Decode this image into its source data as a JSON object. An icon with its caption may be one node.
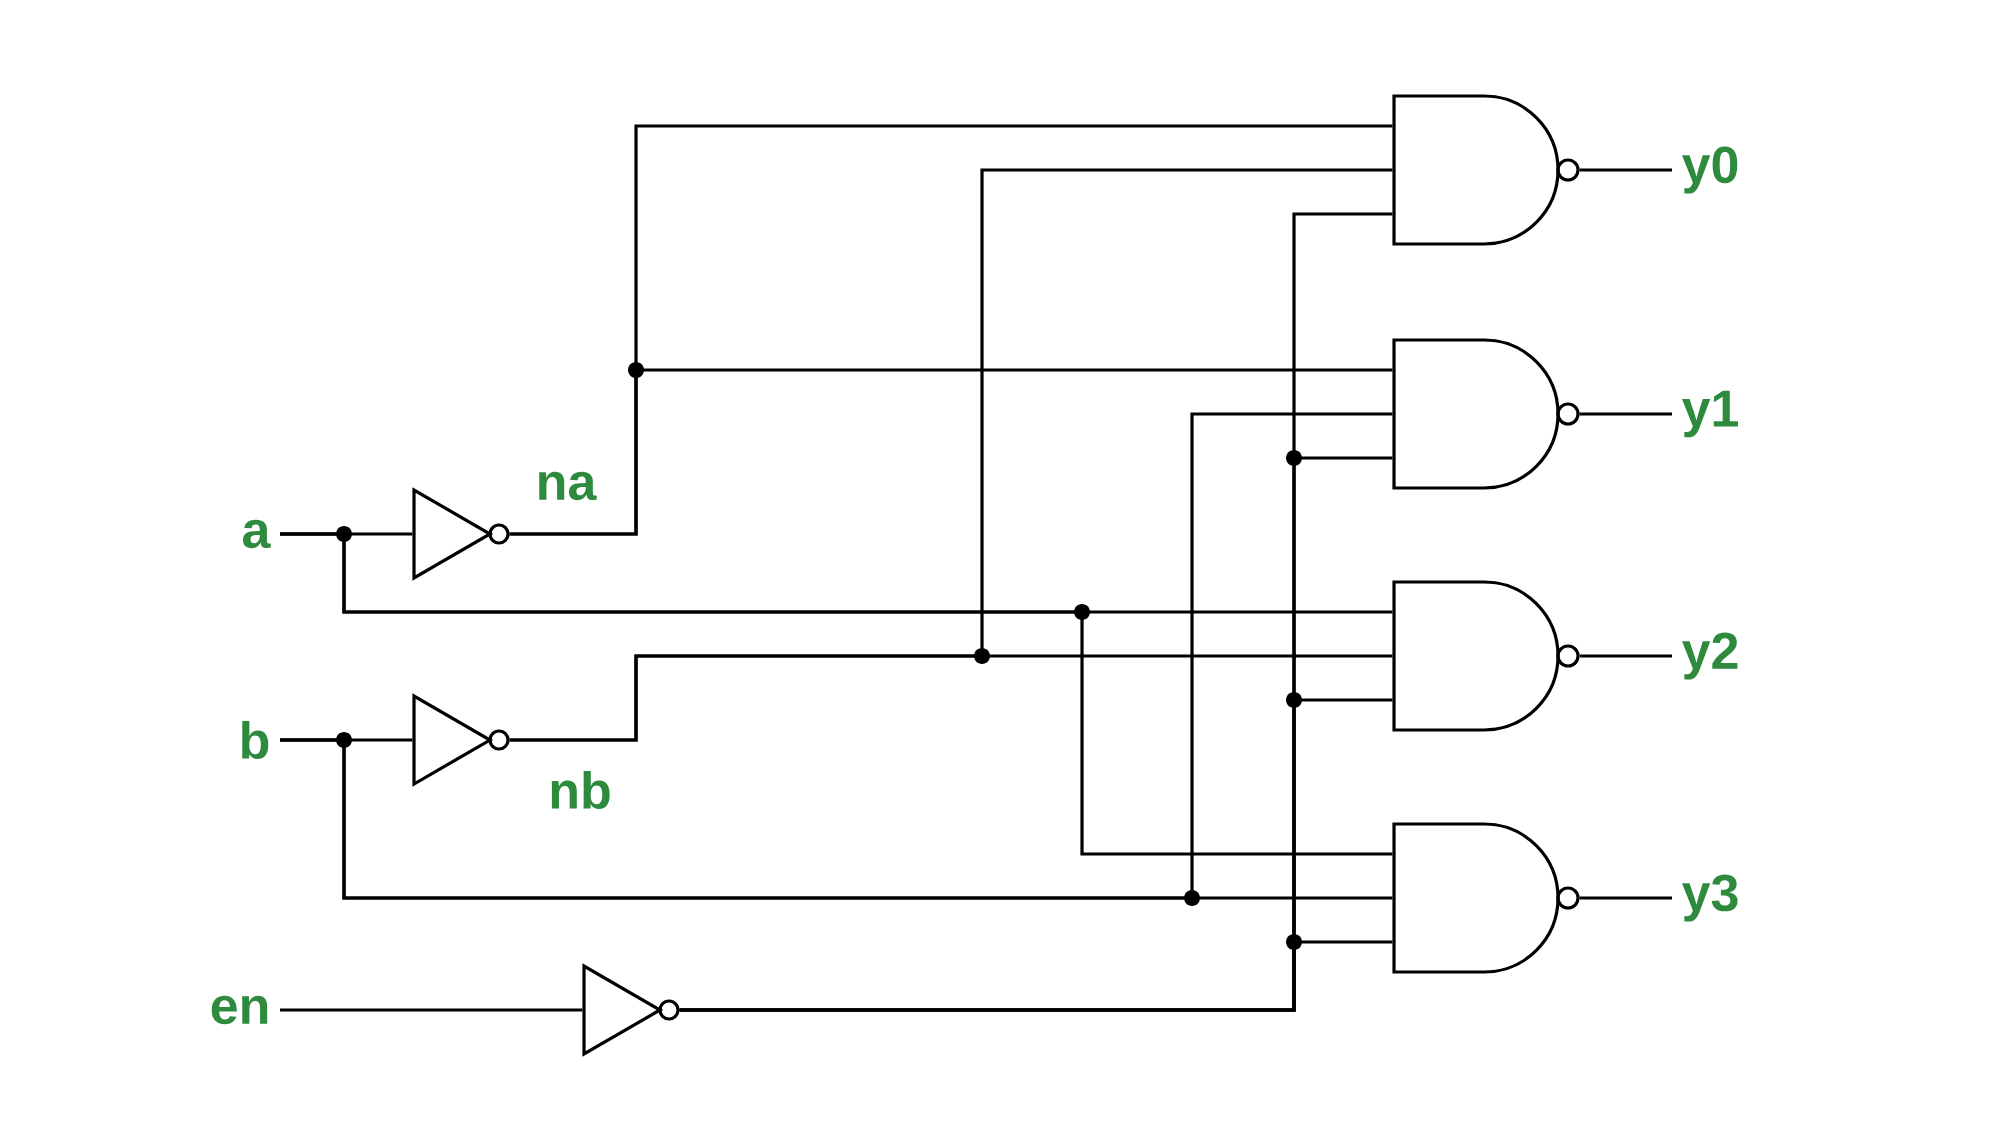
{
  "diagram": {
    "nodes": [
      {
        "text": [
          "a"
        ]
      },
      {
        "text": [
          "b"
        ]
      },
      {
        "text": [
          "en"
        ]
      },
      {
        "text": [],
        "shape": "triangle",
        "beside": [
          "na"
        ]
      },
      {
        "text": [],
        "shape": "triangle",
        "beside": [
          "nb"
        ]
      },
      {
        "text": [],
        "shape": "triangle"
      },
      {
        "text": [],
        "shape": "gate"
      },
      {
        "text": [],
        "shape": "gate"
      },
      {
        "text": [],
        "shape": "gate"
      },
      {
        "text": [],
        "shape": "gate"
      },
      {
        "text": [
          "y0"
        ]
      },
      {
        "text": [
          "y1"
        ]
      },
      {
        "text": [
          "y2"
        ]
      },
      {
        "text": [
          "y3"
        ]
      }
    ],
    "edges": [
      {
        "from": 0,
        "to": 3,
        "arrow": "none"
      },
      {
        "from": 0,
        "to": 8,
        "arrow": "none"
      },
      {
        "from": 0,
        "to": 9,
        "arrow": "none"
      },
      {
        "from": 1,
        "to": 4,
        "arrow": "none"
      },
      {
        "from": 1,
        "to": 9,
        "arrow": "none"
      },
      {
        "from": 1,
        "to": 7,
        "arrow": "none"
      },
      {
        "from": 2,
        "to": 5,
        "arrow": "none"
      },
      {
        "from": 3,
        "to": 6,
        "arrow": "none"
      },
      {
        "from": 3,
        "to": 7,
        "arrow": "none"
      },
      {
        "from": 4,
        "to": 8,
        "arrow": "none"
      },
      {
        "from": 4,
        "to": 6,
        "arrow": "none"
      },
      {
        "from": 5,
        "to": 6,
        "arrow": "none"
      },
      {
        "from": 5,
        "to": 7,
        "arrow": "none"
      },
      {
        "from": 5,
        "to": 8,
        "arrow": "none"
      },
      {
        "from": 5,
        "to": 9,
        "arrow": "none"
      },
      {
        "from": 6,
        "to": 10,
        "arrow": "none"
      },
      {
        "from": 7,
        "to": 11,
        "arrow": "none"
      },
      {
        "from": 8,
        "to": 12,
        "arrow": "none"
      },
      {
        "from": 9,
        "to": 13,
        "arrow": "none"
      }
    ]
  }
}
